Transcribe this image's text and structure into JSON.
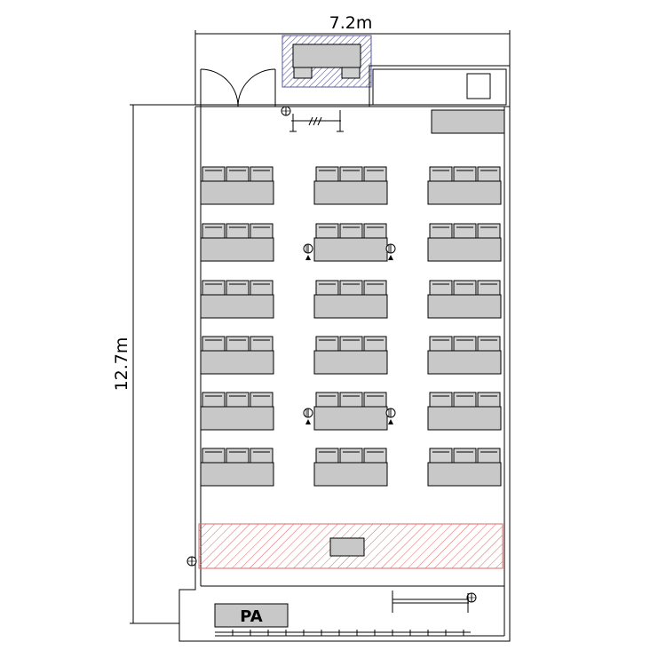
{
  "room": {
    "width_label": "7.2m",
    "length_label": "12.7m"
  },
  "layout": {
    "table_columns": 3,
    "table_rows": 6,
    "chairs_per_table": 3
  },
  "pa_label": "PA",
  "colors": {
    "line": "#000000",
    "table_fill": "#c8c8c8",
    "chair_fill": "#d0d0d0",
    "stage_hatch": "#e06a6a",
    "podium_hatch": "#5a5aa0"
  }
}
